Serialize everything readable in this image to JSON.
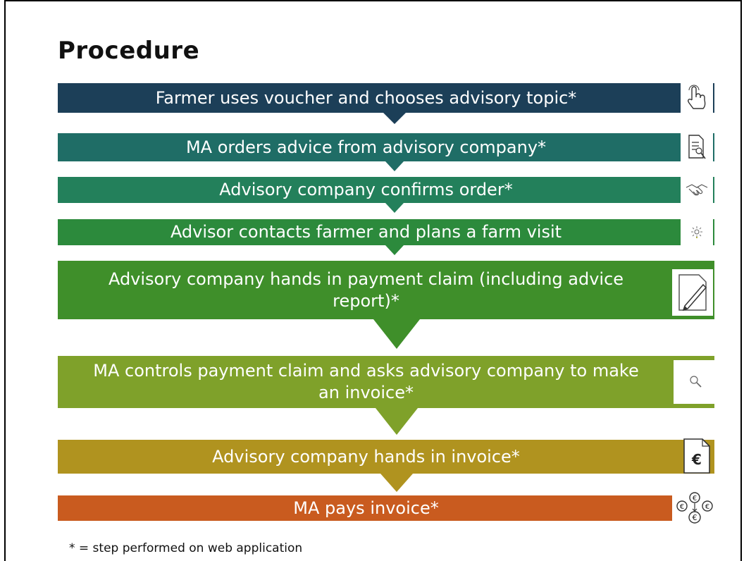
{
  "title": "Procedure",
  "steps": [
    {
      "text": "Farmer uses voucher and chooses advisory topic*",
      "color": "#1c3f58",
      "icon": "hand-pointer-icon"
    },
    {
      "text": "MA orders advice from advisory company*",
      "color": "#1f6d66",
      "icon": "document-search-icon"
    },
    {
      "text": "Advisory company confirms order*",
      "color": "#23805b",
      "icon": "handshake-icon"
    },
    {
      "text": "Advisor contacts farmer and plans a farm visit",
      "color": "#2c8a3c",
      "icon": "lightbulb-icon"
    },
    {
      "text": "Advisory company hands in payment claim (including advice report)*",
      "color": "#3f8f2a",
      "icon": "pencil-paper-icon"
    },
    {
      "text": "MA controls payment claim and asks advisory company to make an invoice*",
      "color": "#7fa12a",
      "icon": "magnifier-icon"
    },
    {
      "text": "Advisory company hands in invoice*",
      "color": "#b0931f",
      "icon": "euro-document-icon"
    },
    {
      "text": "MA pays invoice*",
      "color": "#c95b1f",
      "icon": "euro-coins-icon"
    }
  ],
  "footnote": "* = step performed on web application"
}
